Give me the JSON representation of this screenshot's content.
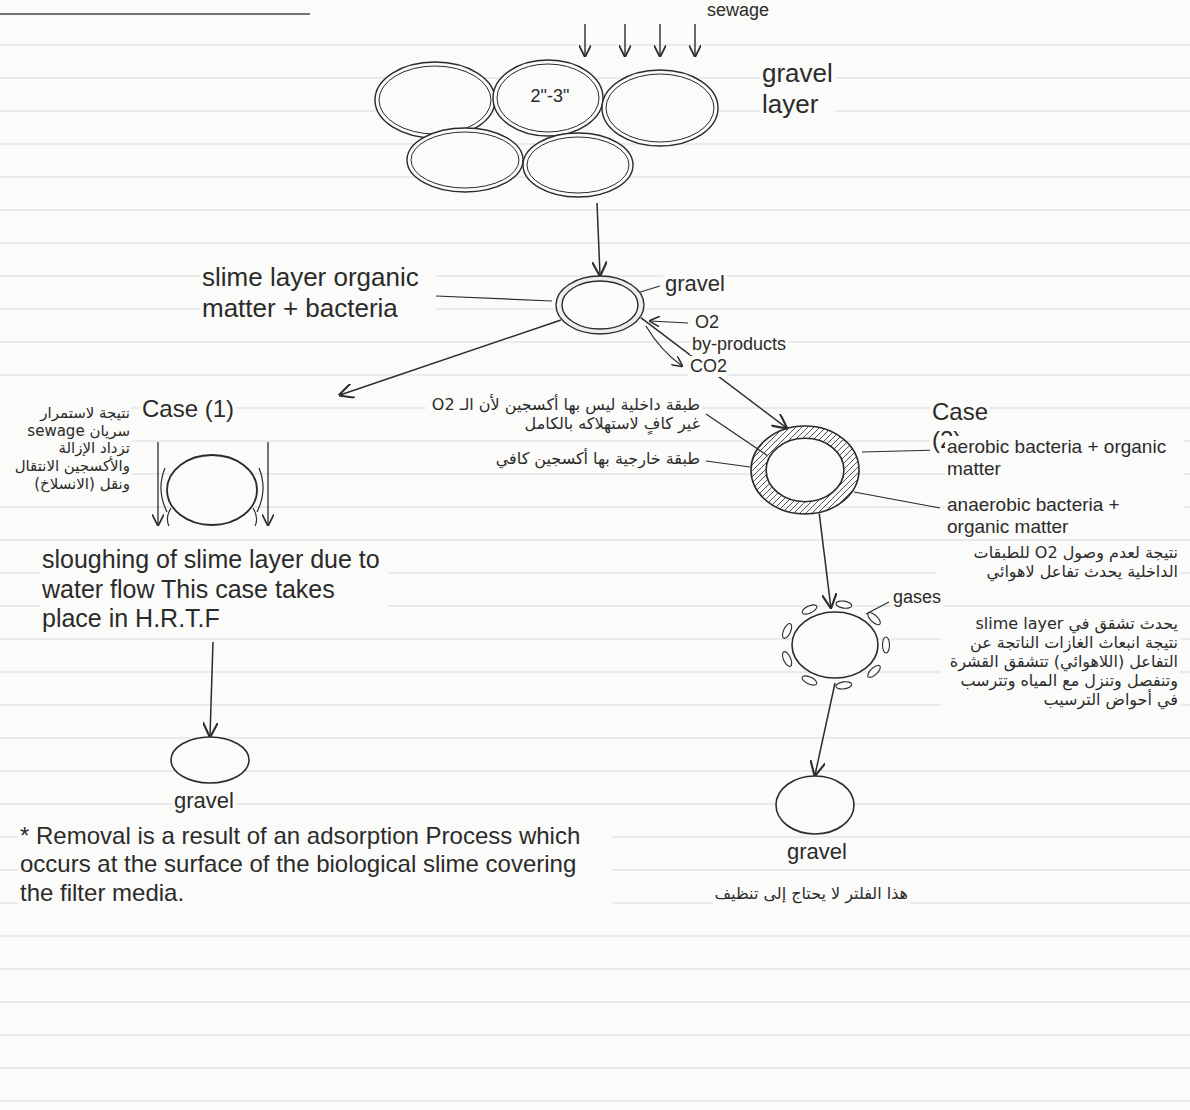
{
  "diagram": {
    "nodes": [
      {
        "text": [
          "2\"-3\"",
          "gravel layer"
        ]
      },
      {
        "text": [
          "gravel"
        ]
      },
      {
        "text": [
          "Case (1)",
          "sloughing of slime layer due to water flow This case takes place in H.R.T.F"
        ]
      },
      {
        "text": [
          "gravel"
        ]
      },
      {
        "text": [
          "Case (2)"
        ]
      },
      {
        "text": [
          "gases"
        ]
      },
      {
        "text": [
          "gravel"
        ]
      }
    ],
    "edges": [
      {
        "from": 0,
        "to": 1,
        "arrow": "to"
      },
      {
        "from": 1,
        "to": 2,
        "arrow": "to"
      },
      {
        "from": 1,
        "to": 4,
        "arrow": "to"
      },
      {
        "from": 2,
        "to": 3,
        "arrow": "to"
      },
      {
        "from": 4,
        "to": 5,
        "arrow": "to"
      },
      {
        "from": 5,
        "to": 6,
        "arrow": "to"
      }
    ],
    "labels": [
      "sewage",
      "slime layer organic matter + bacteria",
      "O2",
      "by-products",
      "CO2",
      "نتيجة لاستمرار سريان sewage تزداد الإزالة والأكسجين الانتقال ونقل (الانسلاخ)",
      "طبقة داخلية ليس بها أكسجين لأن الـ O2 غير كافٍ لاستهلاكه بالكامل",
      "طبقة خارجية بها أكسجين كافي",
      "aerobic bacteria + organic matter",
      "anaerobic bacteria + organic matter",
      "نتيجة لعدم وصول O2 للطبقات الداخلية يحدث تفاعل لاهوائي",
      "يحدث تشقق في slime layer نتيجة انبعاث الغازات الناتجة عن التفاعل (اللاهوائي) تتشقق القشرة وتنفصل وتنزل مع المياه وتترسب في أحواض الترسيب",
      "هذا الفلتر لا يحتاج إلى تنظيف",
      "* Removal is a result of an adsorption Process which occurs at the surface of the biological slime covering the filter media."
    ]
  }
}
